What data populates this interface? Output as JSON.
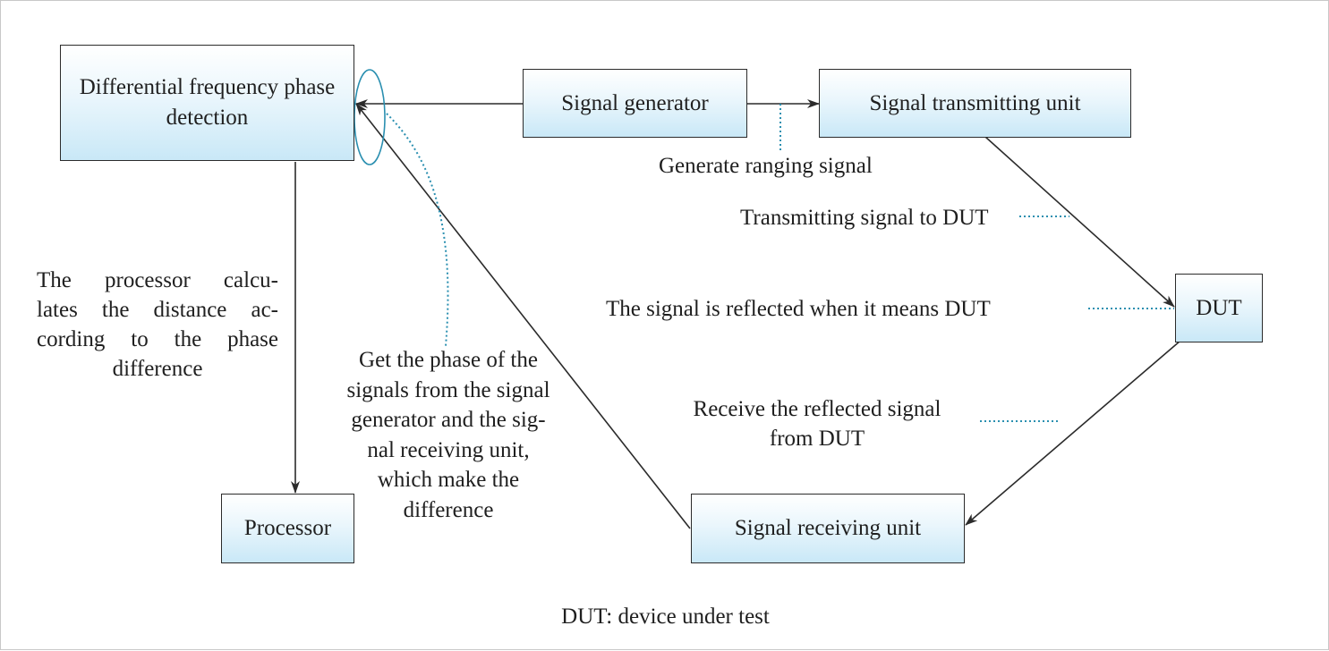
{
  "nodes": {
    "phase_detection": "Differential frequency phase detection",
    "signal_generator": "Signal generator",
    "transmitting_unit": "Signal transmitting unit",
    "dut": "DUT",
    "receiving_unit": "Signal receiving unit",
    "processor": "Processor"
  },
  "labels": {
    "generate_ranging": "Generate ranging signal",
    "transmitting_to_dut": "Transmitting signal to DUT",
    "reflected": "The signal is reflected when it means DUT",
    "receive_reflected": [
      "Receive the reflected signal",
      "from DUT"
    ],
    "get_phase": [
      "Get the phase of the",
      "signals from the signal",
      "generator and the sig-",
      "nal receiving unit,",
      "which make the",
      "difference"
    ],
    "processor_calc": [
      "The processor calcu-",
      "lates the distance ac-",
      "cording to the phase",
      "difference"
    ]
  },
  "footnote": "DUT: device under test",
  "colors": {
    "box_border": "#2b2b2b",
    "box_fill_top": "#ffffff",
    "box_fill_bottom": "#c9e8f7",
    "arrow": "#2b2b2b",
    "callout": "#2a8fb0",
    "text": "#1f1f1f"
  }
}
